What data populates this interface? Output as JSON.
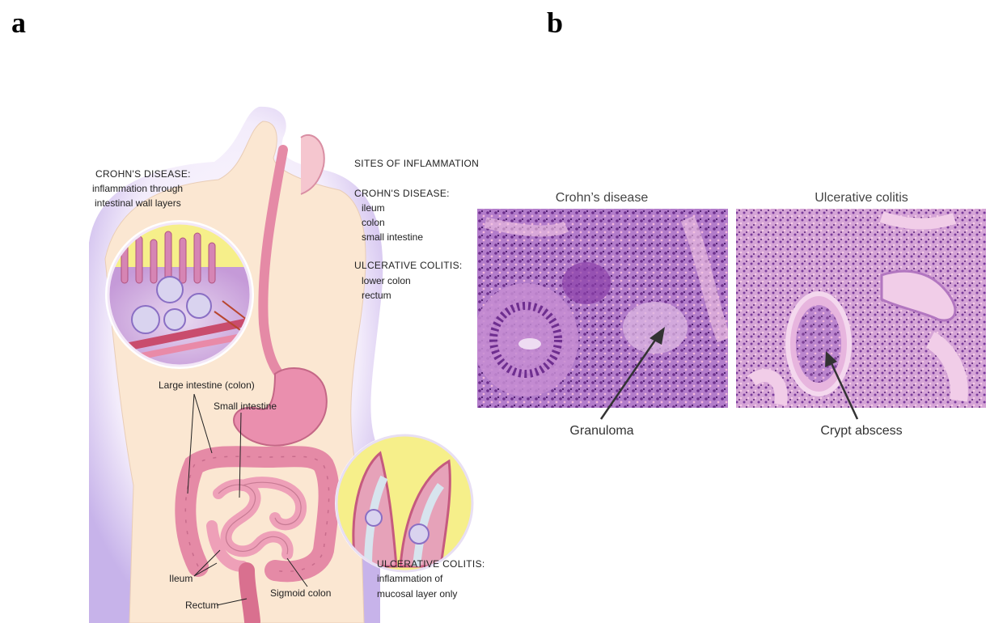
{
  "panels": {
    "a": {
      "letter": "a",
      "sites_heading": "SITES OF INFLAMMATION",
      "crohns_sites": {
        "heading": "CROHN'S DISEASE:",
        "items": [
          "ileum",
          "colon",
          "small intestine"
        ]
      },
      "uc_sites": {
        "heading": "ULCERATIVE COLITIS:",
        "items": [
          "lower colon",
          "rectum"
        ]
      },
      "crohns_inset": {
        "heading": "CROHN'S DISEASE:",
        "line1": "inflammation through",
        "line2": "intestinal wall layers"
      },
      "uc_inset": {
        "heading": "ULCERATIVE COLITIS:",
        "line1": "inflammation of",
        "line2": "mucosal layer only"
      },
      "labels": {
        "large_intestine": "Large intestine (colon)",
        "small_intestine": "Small intestine",
        "ileum": "Ileum",
        "rectum": "Rectum",
        "sigmoid_colon": "Sigmoid colon"
      }
    },
    "b": {
      "letter": "b",
      "left_title": "Crohn’s disease",
      "right_title": "Ulcerative colitis",
      "left_label": "Granuloma",
      "right_label": "Crypt abscess"
    }
  },
  "colors": {
    "body_outline": "#c9b6e6",
    "skin": "#fbe7d2",
    "organ_pink": "#e98aa8",
    "tissue_purple": "#b06cc0",
    "tissue_pink": "#e7b3d8"
  }
}
